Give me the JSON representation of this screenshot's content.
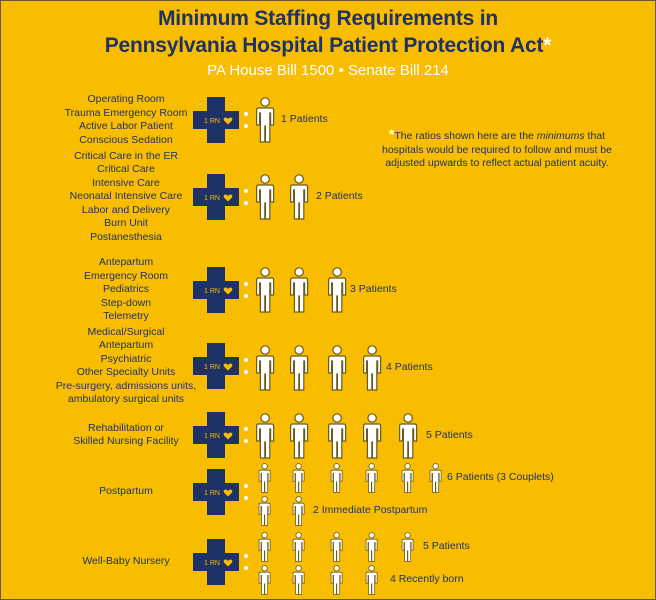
{
  "title_line1": "Minimum Staffing Requirements in",
  "title_line2": "Pennsylvania Hospital Patient Protection Act",
  "title_asterisk": "*",
  "subtitle": "PA House Bill 1500 • Senate Bill 214",
  "nurse_label": "1 RN",
  "note": {
    "star": "*",
    "before": "The ratios shown here are the ",
    "em": "minimums",
    "after": " that hospitals would be required to follow and must be adjusted upwards to reflect actual patient acuity."
  },
  "colors": {
    "background": "#f9bd00",
    "navy": "#1f3266",
    "white": "#ffffff"
  },
  "sections": [
    {
      "units": [
        "Operating Room",
        "Trauma Emergency Room",
        "Active Labor Patient",
        "Conscious Sedation"
      ],
      "rows": [
        {
          "count": 1,
          "label": "1 Patients"
        }
      ]
    },
    {
      "units": [
        "Critical Care in the ER",
        "Critical Care",
        "Intensive Care",
        "Neonatal Intensive Care",
        "Labor and Delivery",
        "Burn Unit",
        "Postanesthesia"
      ],
      "rows": [
        {
          "count": 2,
          "label": "2 Patients"
        }
      ]
    },
    {
      "units": [
        "Antepartum",
        "Emergency Room",
        "Pediatrics",
        "Step-down",
        "Telemetry"
      ],
      "rows": [
        {
          "count": 3,
          "label": "3 Patients"
        }
      ]
    },
    {
      "units": [
        "Medical/Surgical",
        "Antepartum",
        "Psychiatric",
        "Other Specialty Units",
        "Pre-surgery, admissions units,",
        "ambulatory surgical units"
      ],
      "rows": [
        {
          "count": 4,
          "label": "4 Patients"
        }
      ]
    },
    {
      "units": [
        "Rehabilitation or",
        "Skilled Nursing Facility"
      ],
      "rows": [
        {
          "count": 5,
          "label": "5 Patients"
        }
      ]
    },
    {
      "units": [
        "Postpartum"
      ],
      "rows": [
        {
          "count": 6,
          "label": "6 Patients (3 Couplets)"
        },
        {
          "count": 2,
          "label": "2 Immediate Postpartum"
        }
      ]
    },
    {
      "units": [
        "Well-Baby Nursery"
      ],
      "rows": [
        {
          "count": 5,
          "label": "5 Patients"
        },
        {
          "count": 4,
          "label": "4 Recently born"
        }
      ]
    }
  ]
}
